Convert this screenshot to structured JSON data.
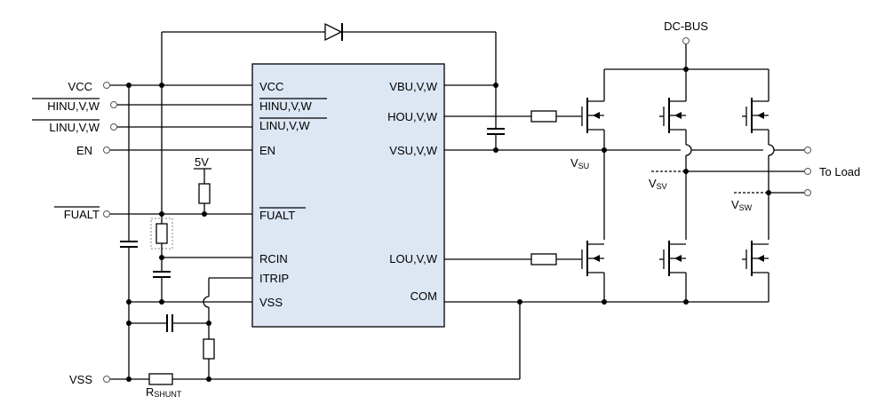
{
  "left_pins": {
    "vcc": "VCC",
    "hin": "HINU,V,W",
    "lin": "LINU,V,W",
    "en": "EN",
    "fault": "FUALT",
    "vss": "VSS"
  },
  "ic": {
    "left_pins": {
      "vcc": "VCC",
      "hin": "HINU,V,W",
      "lin": "LINU,V,W",
      "en": "EN",
      "fault": "FUALT",
      "rcin": "RCIN",
      "itrip": "ITRIP",
      "vss": "VSS"
    },
    "right_pins": {
      "vb": "VBU,V,W",
      "ho": "HOU,V,W",
      "vs": "VSU,V,W",
      "lo": "LOU,V,W",
      "com": "COM"
    }
  },
  "labels": {
    "five_v": "5V",
    "rshunt_main": "R",
    "rshunt_sub": "SHUNT",
    "dc_bus": "DC-BUS",
    "to_load": "To Load",
    "vsu_main": "V",
    "vsu_sub": "SU",
    "vsv_main": "V",
    "vsv_sub": "SV",
    "vsw_main": "V",
    "vsw_sub": "SW"
  }
}
